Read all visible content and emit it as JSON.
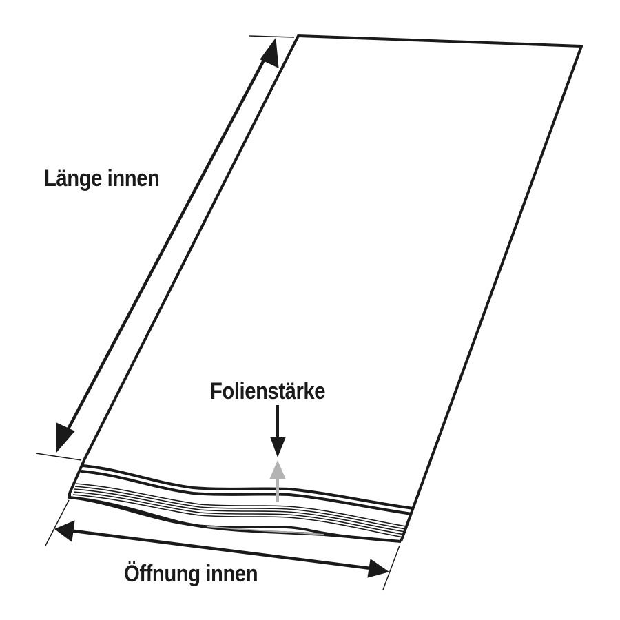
{
  "diagram": {
    "subject": "zip bag dimension diagram",
    "labels": {
      "length": "Länge innen",
      "thickness": "Folienstärke",
      "opening": "Öffnung innen"
    },
    "colors": {
      "stroke": "#1a1a1a",
      "thickness_arrow_up": "#b3b3b3",
      "background": "#ffffff"
    }
  }
}
